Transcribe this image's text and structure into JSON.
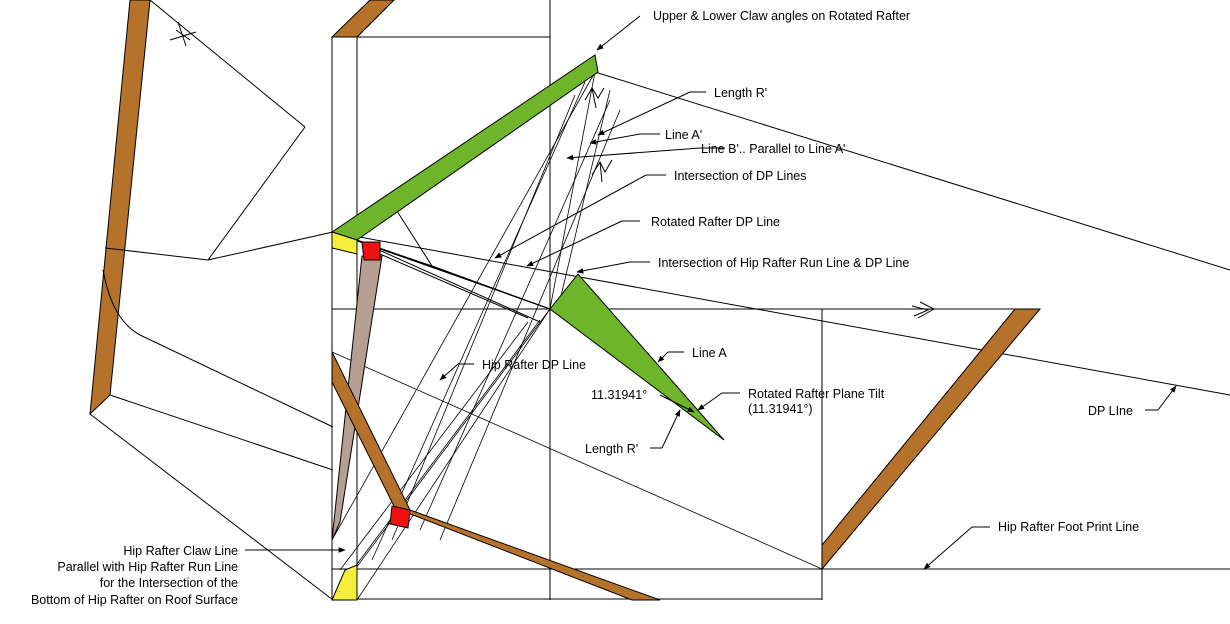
{
  "labels": {
    "claw_angles": "Upper & Lower Claw angles on Rotated Rafter",
    "length_r_top": "Length R'",
    "line_a_prime": "Line A'",
    "line_b_prime": "Line B'.. Parallel to Line A'",
    "intersection_dp": "Intersection of DP Lines",
    "rotated_rafter_dp": "Rotated Rafter DP Line",
    "intersection_hip_run_dp": "Intersection of Hip Rafter Run Line & DP Line",
    "hip_rafter_dp": "Hip Rafter DP Line",
    "line_a": "Line A",
    "angle_value": "11.31941°",
    "plane_tilt_1": "Rotated Rafter Plane Tilt",
    "plane_tilt_2": "(11.31941°)",
    "length_r_bottom": "Length R'",
    "dp_line": "DP LIne",
    "foot_print": "Hip Rafter Foot Print Line",
    "claw_line_1": "Hip Rafter Claw Line",
    "claw_line_2": "Parallel with Hip Rafter Run Line",
    "claw_line_3": "for the Intersection of the",
    "claw_line_4": "Bottom of Hip Rafter on Roof Surface"
  },
  "colors": {
    "rafter_brown": "#b5722b",
    "plane_green": "#6fb52b",
    "yellow_face": "#f6ee3a",
    "red_section": "#ee1111",
    "taupe_face": "#b59f92"
  }
}
